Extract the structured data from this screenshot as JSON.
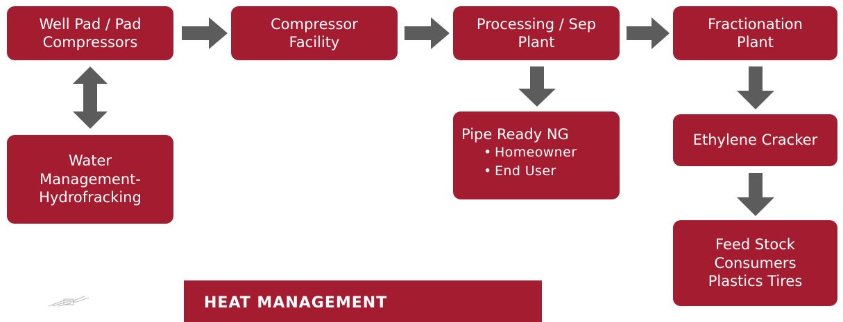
{
  "colors": {
    "box_fill": "#a31c30",
    "box_text": "#ffffff",
    "arrow_fill": "#5c5c5c",
    "background": "#ffffff"
  },
  "boxes": {
    "well_pad": {
      "lines": [
        "Well Pad / Pad",
        "Compressors"
      ]
    },
    "compressor": {
      "lines": [
        "Compressor",
        "Facility"
      ]
    },
    "processing": {
      "lines": [
        "Processing / Sep",
        "Plant"
      ]
    },
    "fractionation": {
      "lines": [
        "Fractionation",
        "Plant"
      ]
    },
    "water": {
      "lines": [
        "Water",
        "Management-",
        "Hydrofracking"
      ]
    },
    "pipe_ready": {
      "title": "Pipe Ready NG",
      "bullets": [
        "Homeowner",
        "End User"
      ]
    },
    "ethylene": {
      "lines": [
        "Ethylene Cracker"
      ]
    },
    "feed_stock": {
      "lines": [
        "Feed Stock",
        "Consumers",
        "Plastics Tires"
      ]
    }
  },
  "heat_banner": {
    "title": "HEAT MANAGEMENT"
  }
}
